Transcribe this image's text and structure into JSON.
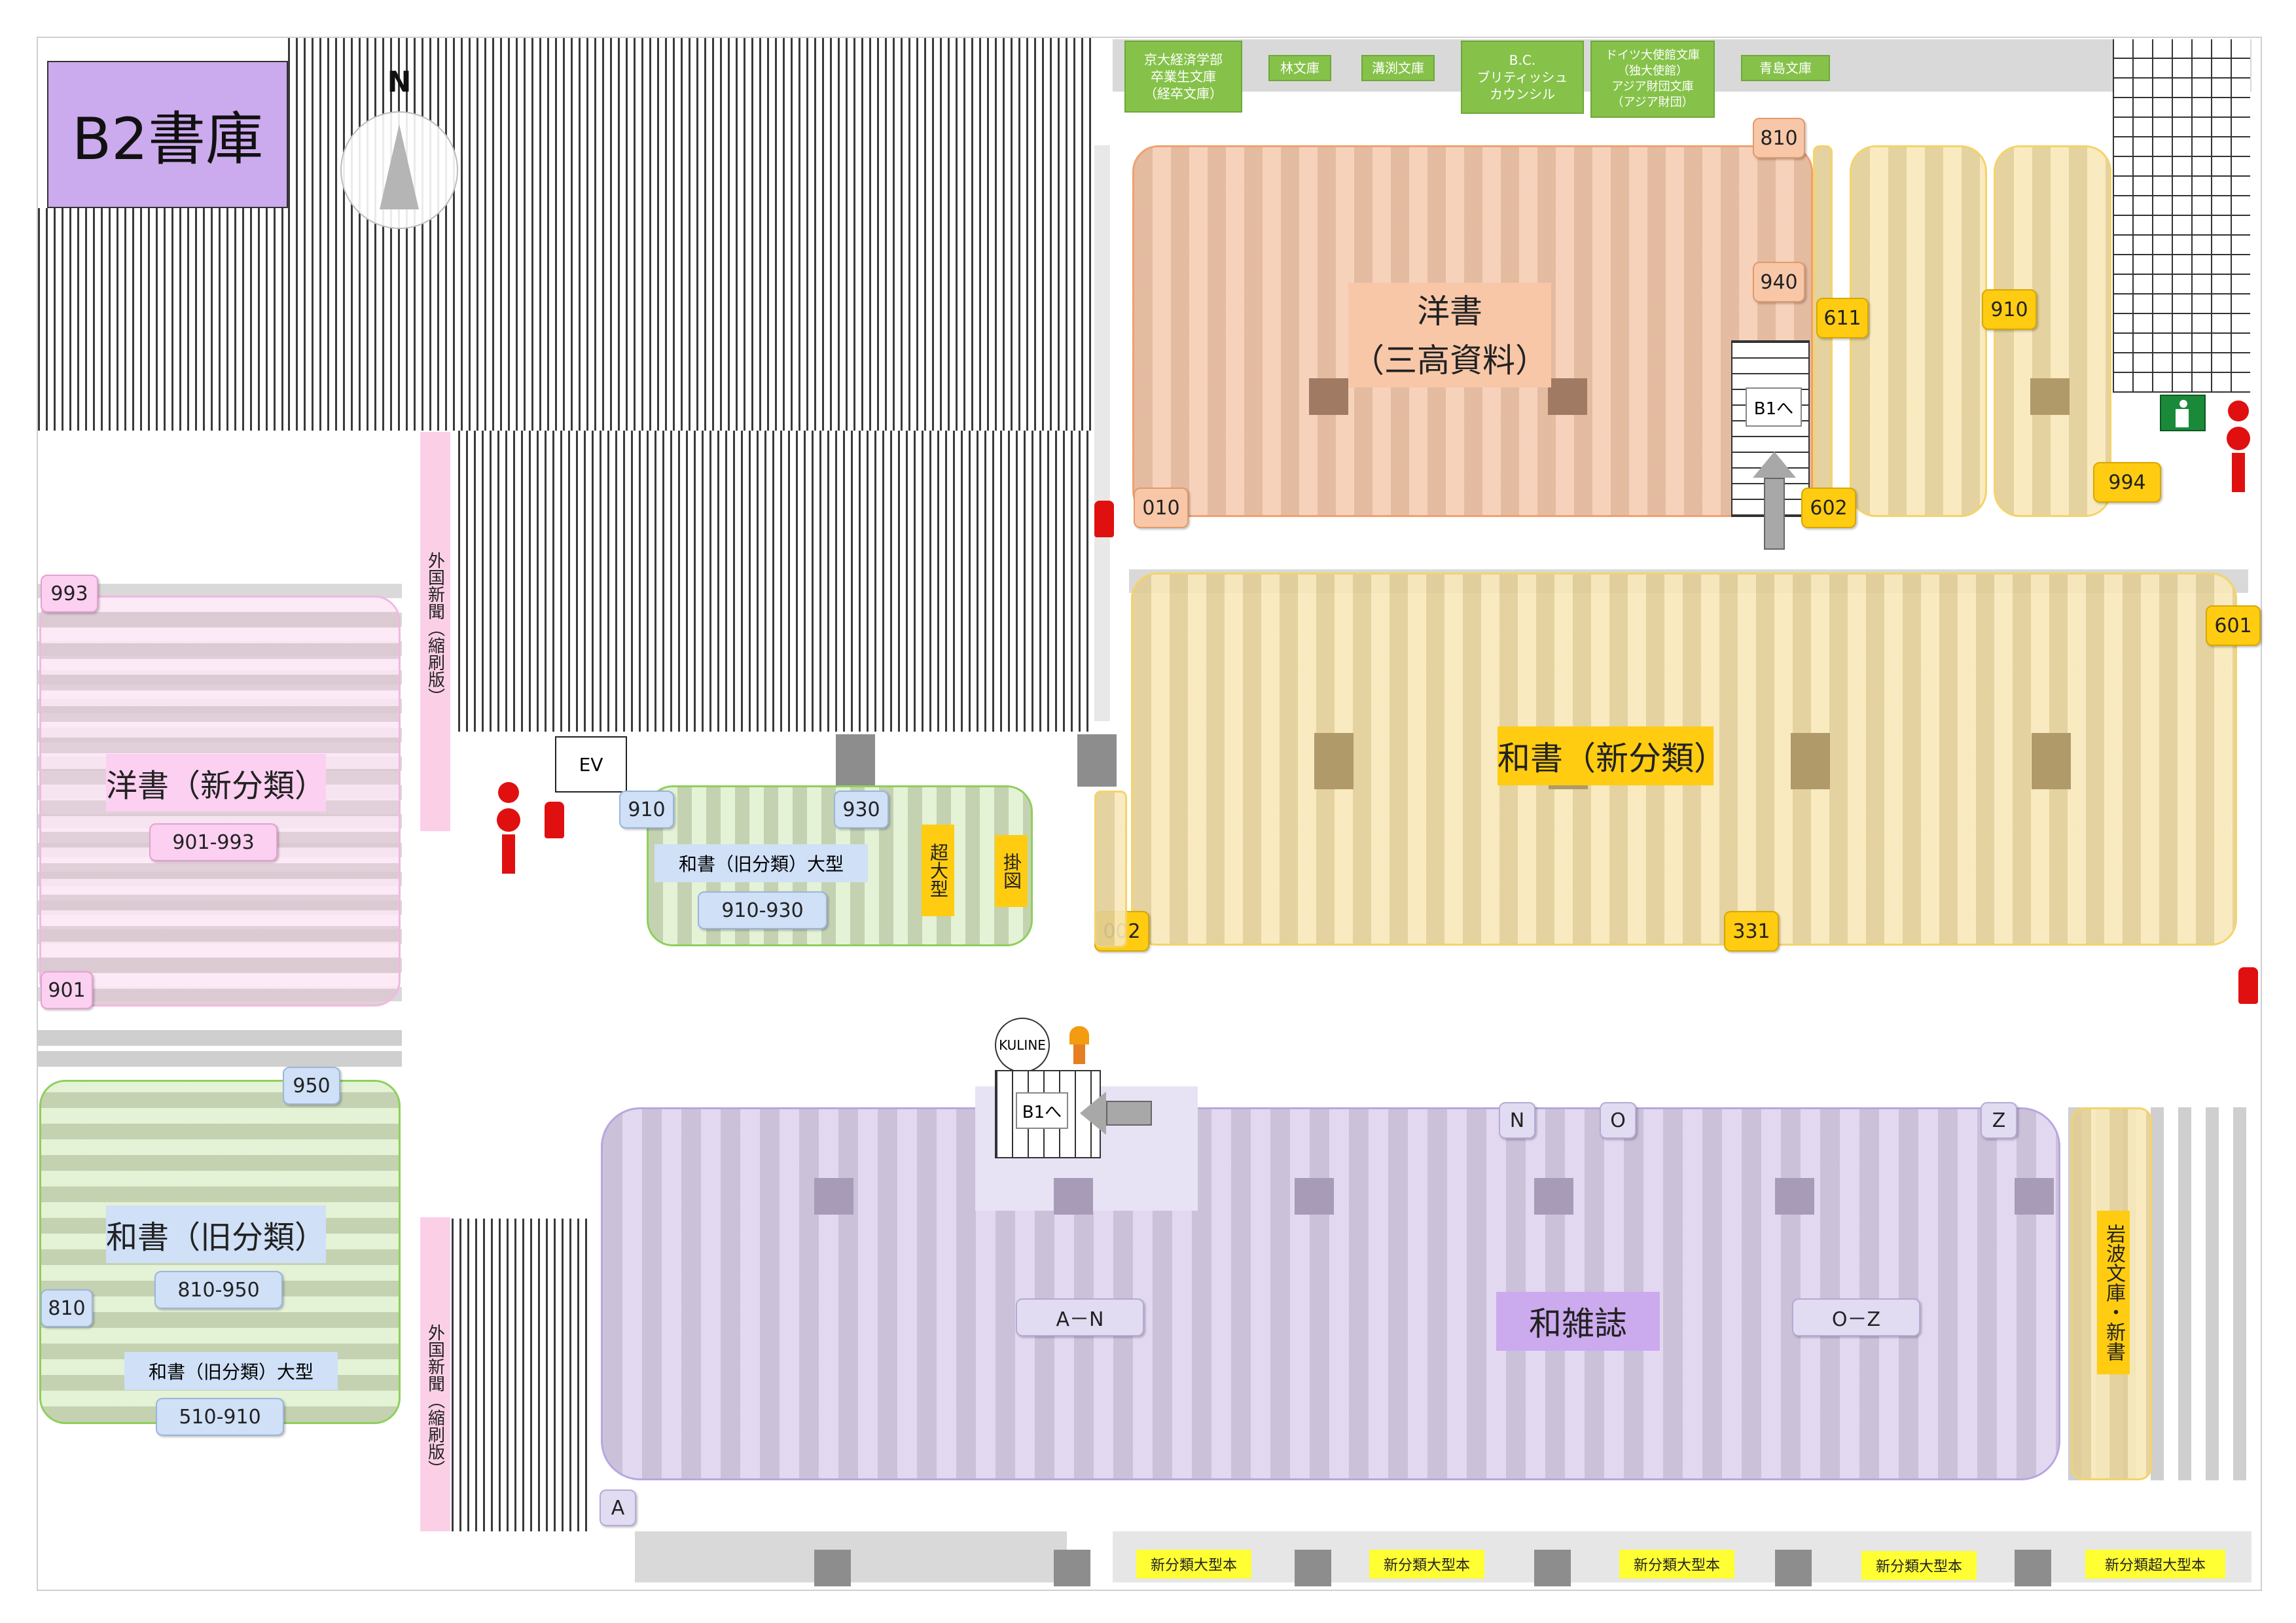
{
  "title": "B2書庫",
  "compass": "N",
  "outside": {
    "green_labels": [
      "京大経済学部\n卒業生文庫\n（経卒文庫）",
      "林文庫",
      "溝渕文庫",
      "B.C.\nブリティッシュ\nカウンシル",
      "ドイツ大使館文庫\n（独大使館）\nアジア財団文庫\n（アジア財団）",
      "青島文庫"
    ]
  },
  "zones": {
    "pink": {
      "label": "洋書（新分類）",
      "range": "901-993",
      "top_tag": "993",
      "bottom_tag": "901"
    },
    "green_left": {
      "label": "和書（旧分類）",
      "range": "810-950",
      "sub_label": "和書（旧分類）大型",
      "sub_range": "510-910",
      "top_tag": "950",
      "left_tag": "810"
    },
    "green_mid": {
      "label": "和書（旧分類）大型",
      "range": "910-930",
      "tag_left": "910",
      "tag_right": "930",
      "super_large": "超大型",
      "hanging": "掛図"
    },
    "orange": {
      "label_line1": "洋書",
      "label_line2": "（三高資料）",
      "tag_top": "810",
      "tag_mid": "940",
      "tag_bottom": "010",
      "stairs": "B1へ"
    },
    "yellow_top": {
      "tag_611": "611",
      "tag_602": "602",
      "tag_910": "910",
      "tag_994": "994"
    },
    "yellow_main": {
      "label": "和書（新分類）",
      "tag_601": "601",
      "tag_002": "002",
      "tag_331": "331"
    },
    "purple": {
      "label": "和雑誌",
      "left_range": "A－N",
      "right_range": "O－Z",
      "tag_n": "N",
      "tag_o": "O",
      "tag_z": "Z",
      "tag_a": "A",
      "stairs": "B1へ",
      "kuline": "KULINE"
    },
    "iwanami": "岩波文庫・新書",
    "newspapers_top": "外国新聞（縮刷版）",
    "newspapers_bottom": "外国新聞（縮刷版）",
    "ev": "EV"
  },
  "bottom_notes": [
    "新分類大型本",
    "新分類大型本",
    "新分類大型本",
    "新分類大型本",
    "新分類超大型本"
  ]
}
